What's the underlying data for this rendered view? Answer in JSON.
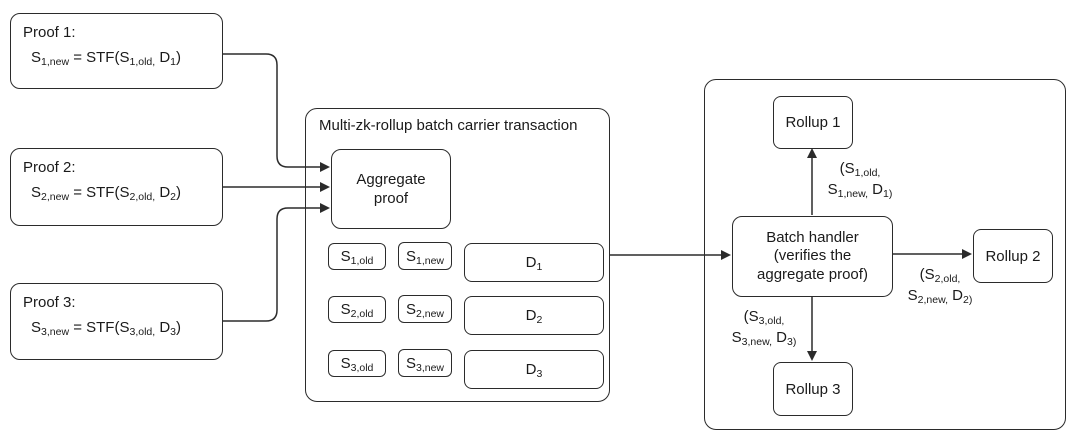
{
  "colors": {
    "stroke": "#2b2b2b",
    "background": "#ffffff",
    "text": "#1a1a1a"
  },
  "proofs": [
    {
      "title": "Proof 1:",
      "formula": "S_{1,new} = STF(S_{1,old,} D_{1})"
    },
    {
      "title": "Proof 2:",
      "formula": "S_{2,new} = STF(S_{2,old,} D_{2})"
    },
    {
      "title": "Proof 3:",
      "formula": "S_{3,new} = STF(S_{3,old,} D_{3})"
    }
  ],
  "carrier": {
    "title": "Multi-zk-rollup batch carrier transaction",
    "aggregate": "Aggregate proof",
    "rows": [
      {
        "s_old": "S_{1,old}",
        "s_new": "S_{1,new}",
        "d": "D_{1}"
      },
      {
        "s_old": "S_{2,old}",
        "s_new": "S_{2,new}",
        "d": "D_{2}"
      },
      {
        "s_old": "S_{3,old}",
        "s_new": "S_{3,new}",
        "d": "D_{3}"
      }
    ]
  },
  "handler": {
    "batch_lines": [
      "Batch handler",
      "(verifies the",
      "aggregate proof)"
    ],
    "rollups": [
      "Rollup 1",
      "Rollup 2",
      "Rollup 3"
    ],
    "edge_labels": [
      {
        "line1": "(S_{1,old,}",
        "line2": "S_{1,new,} D_{1)}"
      },
      {
        "line1": "(S_{2,old,}",
        "line2": "S_{2,new,} D_{2)}"
      },
      {
        "line1": "(S_{3,old,}",
        "line2": "S_{3,new,} D_{3)}"
      }
    ]
  }
}
